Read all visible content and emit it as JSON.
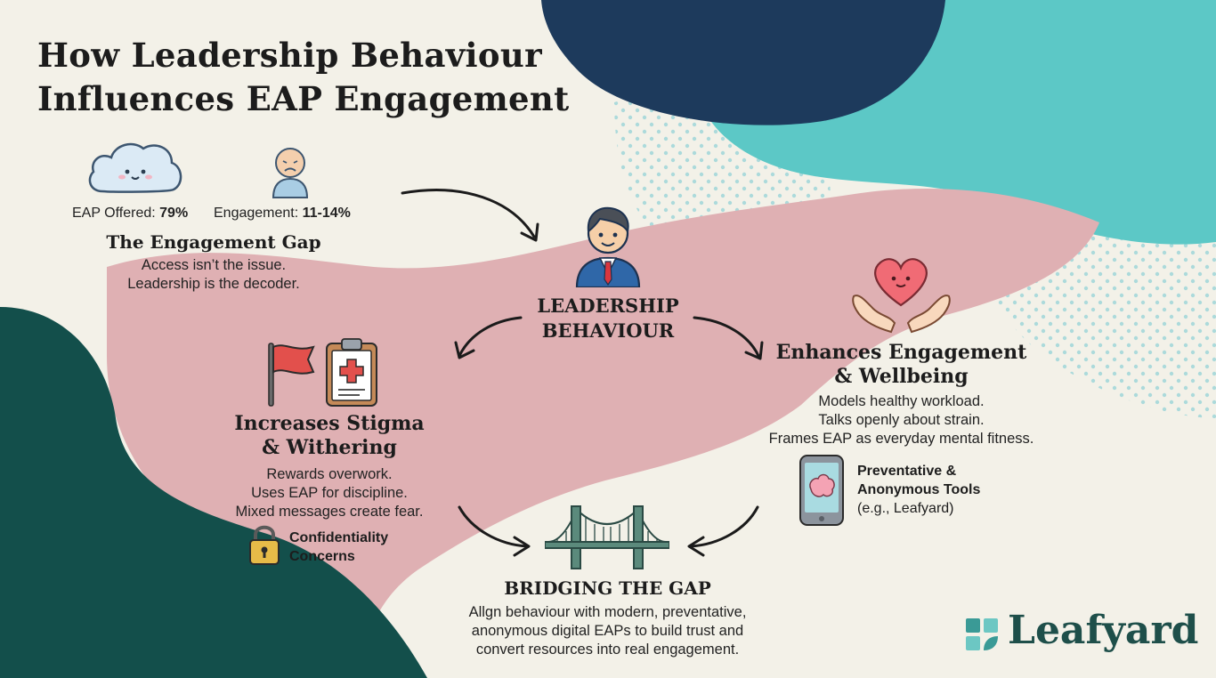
{
  "title": {
    "line1": "How Leadership Behaviour",
    "line2": "Influences EAP Engagement"
  },
  "stats": {
    "offered_label": "EAP Offered: ",
    "offered_value": "79%",
    "engagement_label": "Engagement: ",
    "engagement_value": "11-14%",
    "icons": [
      "cloud-face-icon",
      "sad-person-icon"
    ]
  },
  "engagement_gap": {
    "heading": "The Engagement Gap",
    "lines": [
      "Access isn’t the issue.",
      "Leadership is the decoder."
    ]
  },
  "center": {
    "line1": "LEADERSHIP",
    "line2": "BEHAVIOUR",
    "icon": "leader-person-icon"
  },
  "stigma": {
    "heading1": "Increases Stigma",
    "heading2": "& Withering",
    "lines": [
      "Rewards overwork.",
      "Uses EAP for discipline.",
      "Mixed messages create fear."
    ],
    "icons": [
      "red-flag-icon",
      "medical-clipboard-icon"
    ]
  },
  "confidentiality": {
    "line1": "Confidentiality",
    "line2": "Concerns",
    "icon": "padlock-icon"
  },
  "enhances": {
    "heading1": "Enhances Engagement",
    "heading2": "& Wellbeing",
    "lines": [
      "Models healthy workload.",
      "Talks openly about strain.",
      "Frames EAP as everyday mental fitness."
    ],
    "icon": "heart-hands-icon"
  },
  "tools": {
    "line1": "Preventative &",
    "line2": "Anonymous Tools",
    "line3": "(e.g., Leafyard)",
    "icon": "phone-brain-icon"
  },
  "bridge": {
    "heading": "BRIDGING THE GAP",
    "lines": [
      "Allgn behaviour with modern, preventative,",
      "anonymous digital EAPs to build trust and",
      "convert resources into real engagement."
    ],
    "icon": "bridge-icon"
  },
  "brand": {
    "name": "Leafyard",
    "icon": "leaf-logo-icon"
  },
  "colors": {
    "navy": "#1d3a5c",
    "teal": "#5cc8c6",
    "dark_green": "#134f4b",
    "pink_band": "#dfb0b3",
    "background": "#f3f1e8"
  }
}
